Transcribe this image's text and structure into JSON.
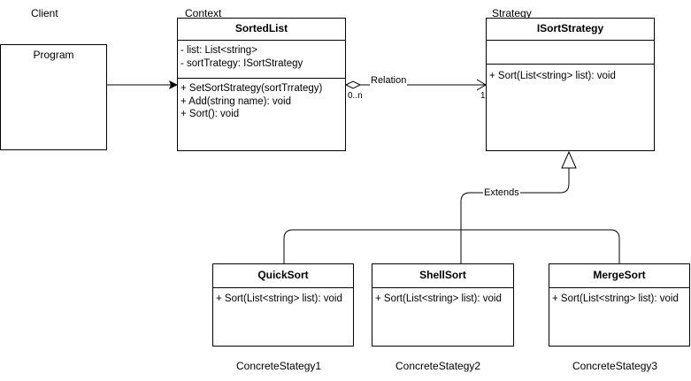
{
  "labels": {
    "client": "Client",
    "context": "Context",
    "strategy": "Strategy",
    "concrete1": "ConcreteStategy1",
    "concrete2": "ConcreteStategy2",
    "concrete3": "ConcreteStategy3"
  },
  "program": {
    "title": "Program"
  },
  "sorted_list": {
    "title": "SortedList",
    "attributes": [
      "- list: List<string>",
      "- sortTrategy: ISortStrategy"
    ],
    "methods": [
      "+ SetSortStrategy(sortTrrategy)",
      "+ Add(string name): void",
      "+ Sort(): void"
    ]
  },
  "isort_strategy": {
    "title": "ISortStrategy",
    "methods": [
      "+ Sort(List<string> list): void"
    ]
  },
  "quick_sort": {
    "title": "QuickSort",
    "methods": [
      "+ Sort(List<string> list): void"
    ]
  },
  "shell_sort": {
    "title": "ShellSort",
    "methods": [
      "+ Sort(List<string> list): void"
    ]
  },
  "merge_sort": {
    "title": "MergeSort",
    "methods": [
      "+ Sort(List<string> list): void"
    ]
  },
  "relation": {
    "label": "Relation",
    "source_multiplicity": "0..n",
    "target_multiplicity": "1"
  },
  "extends": {
    "label": "Extends"
  }
}
